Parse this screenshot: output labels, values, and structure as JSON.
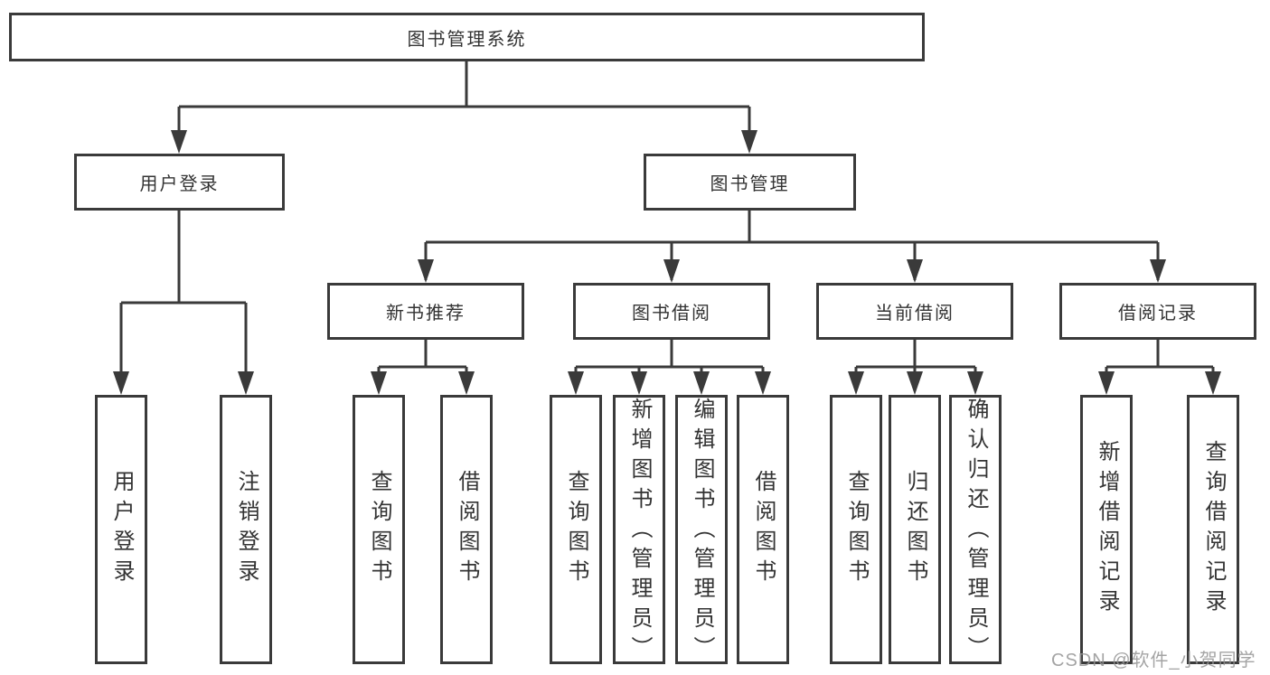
{
  "diagram_title": "图书管理系统",
  "tree": {
    "root": {
      "label": "图书管理系统"
    },
    "branches": [
      {
        "label": "用户登录",
        "children": [
          {
            "label": "用户登录"
          },
          {
            "label": "注销登录"
          }
        ]
      },
      {
        "label": "图书管理",
        "children": [
          {
            "label": "新书推荐",
            "children": [
              {
                "label": "查询图书"
              },
              {
                "label": "借阅图书"
              }
            ]
          },
          {
            "label": "图书借阅",
            "children": [
              {
                "label": "查询图书"
              },
              {
                "label": "新增图书（管理员）"
              },
              {
                "label": "编辑图书（管理员）"
              },
              {
                "label": "借阅图书"
              }
            ]
          },
          {
            "label": "当前借阅",
            "children": [
              {
                "label": "查询图书"
              },
              {
                "label": "归还图书"
              },
              {
                "label": "确认归还（管理员）"
              }
            ]
          },
          {
            "label": "借阅记录",
            "children": [
              {
                "label": "新增借阅记录"
              },
              {
                "label": "查询借阅记录"
              }
            ]
          }
        ]
      }
    ]
  },
  "watermark": {
    "text": "CSDN @软件_小贺同学"
  },
  "colors": {
    "line": "#3a3a3a",
    "box_border": "#3a3a3a",
    "box_fill": "#ffffff",
    "text": "#333333",
    "background": "#ffffff",
    "watermark": "#949494"
  }
}
